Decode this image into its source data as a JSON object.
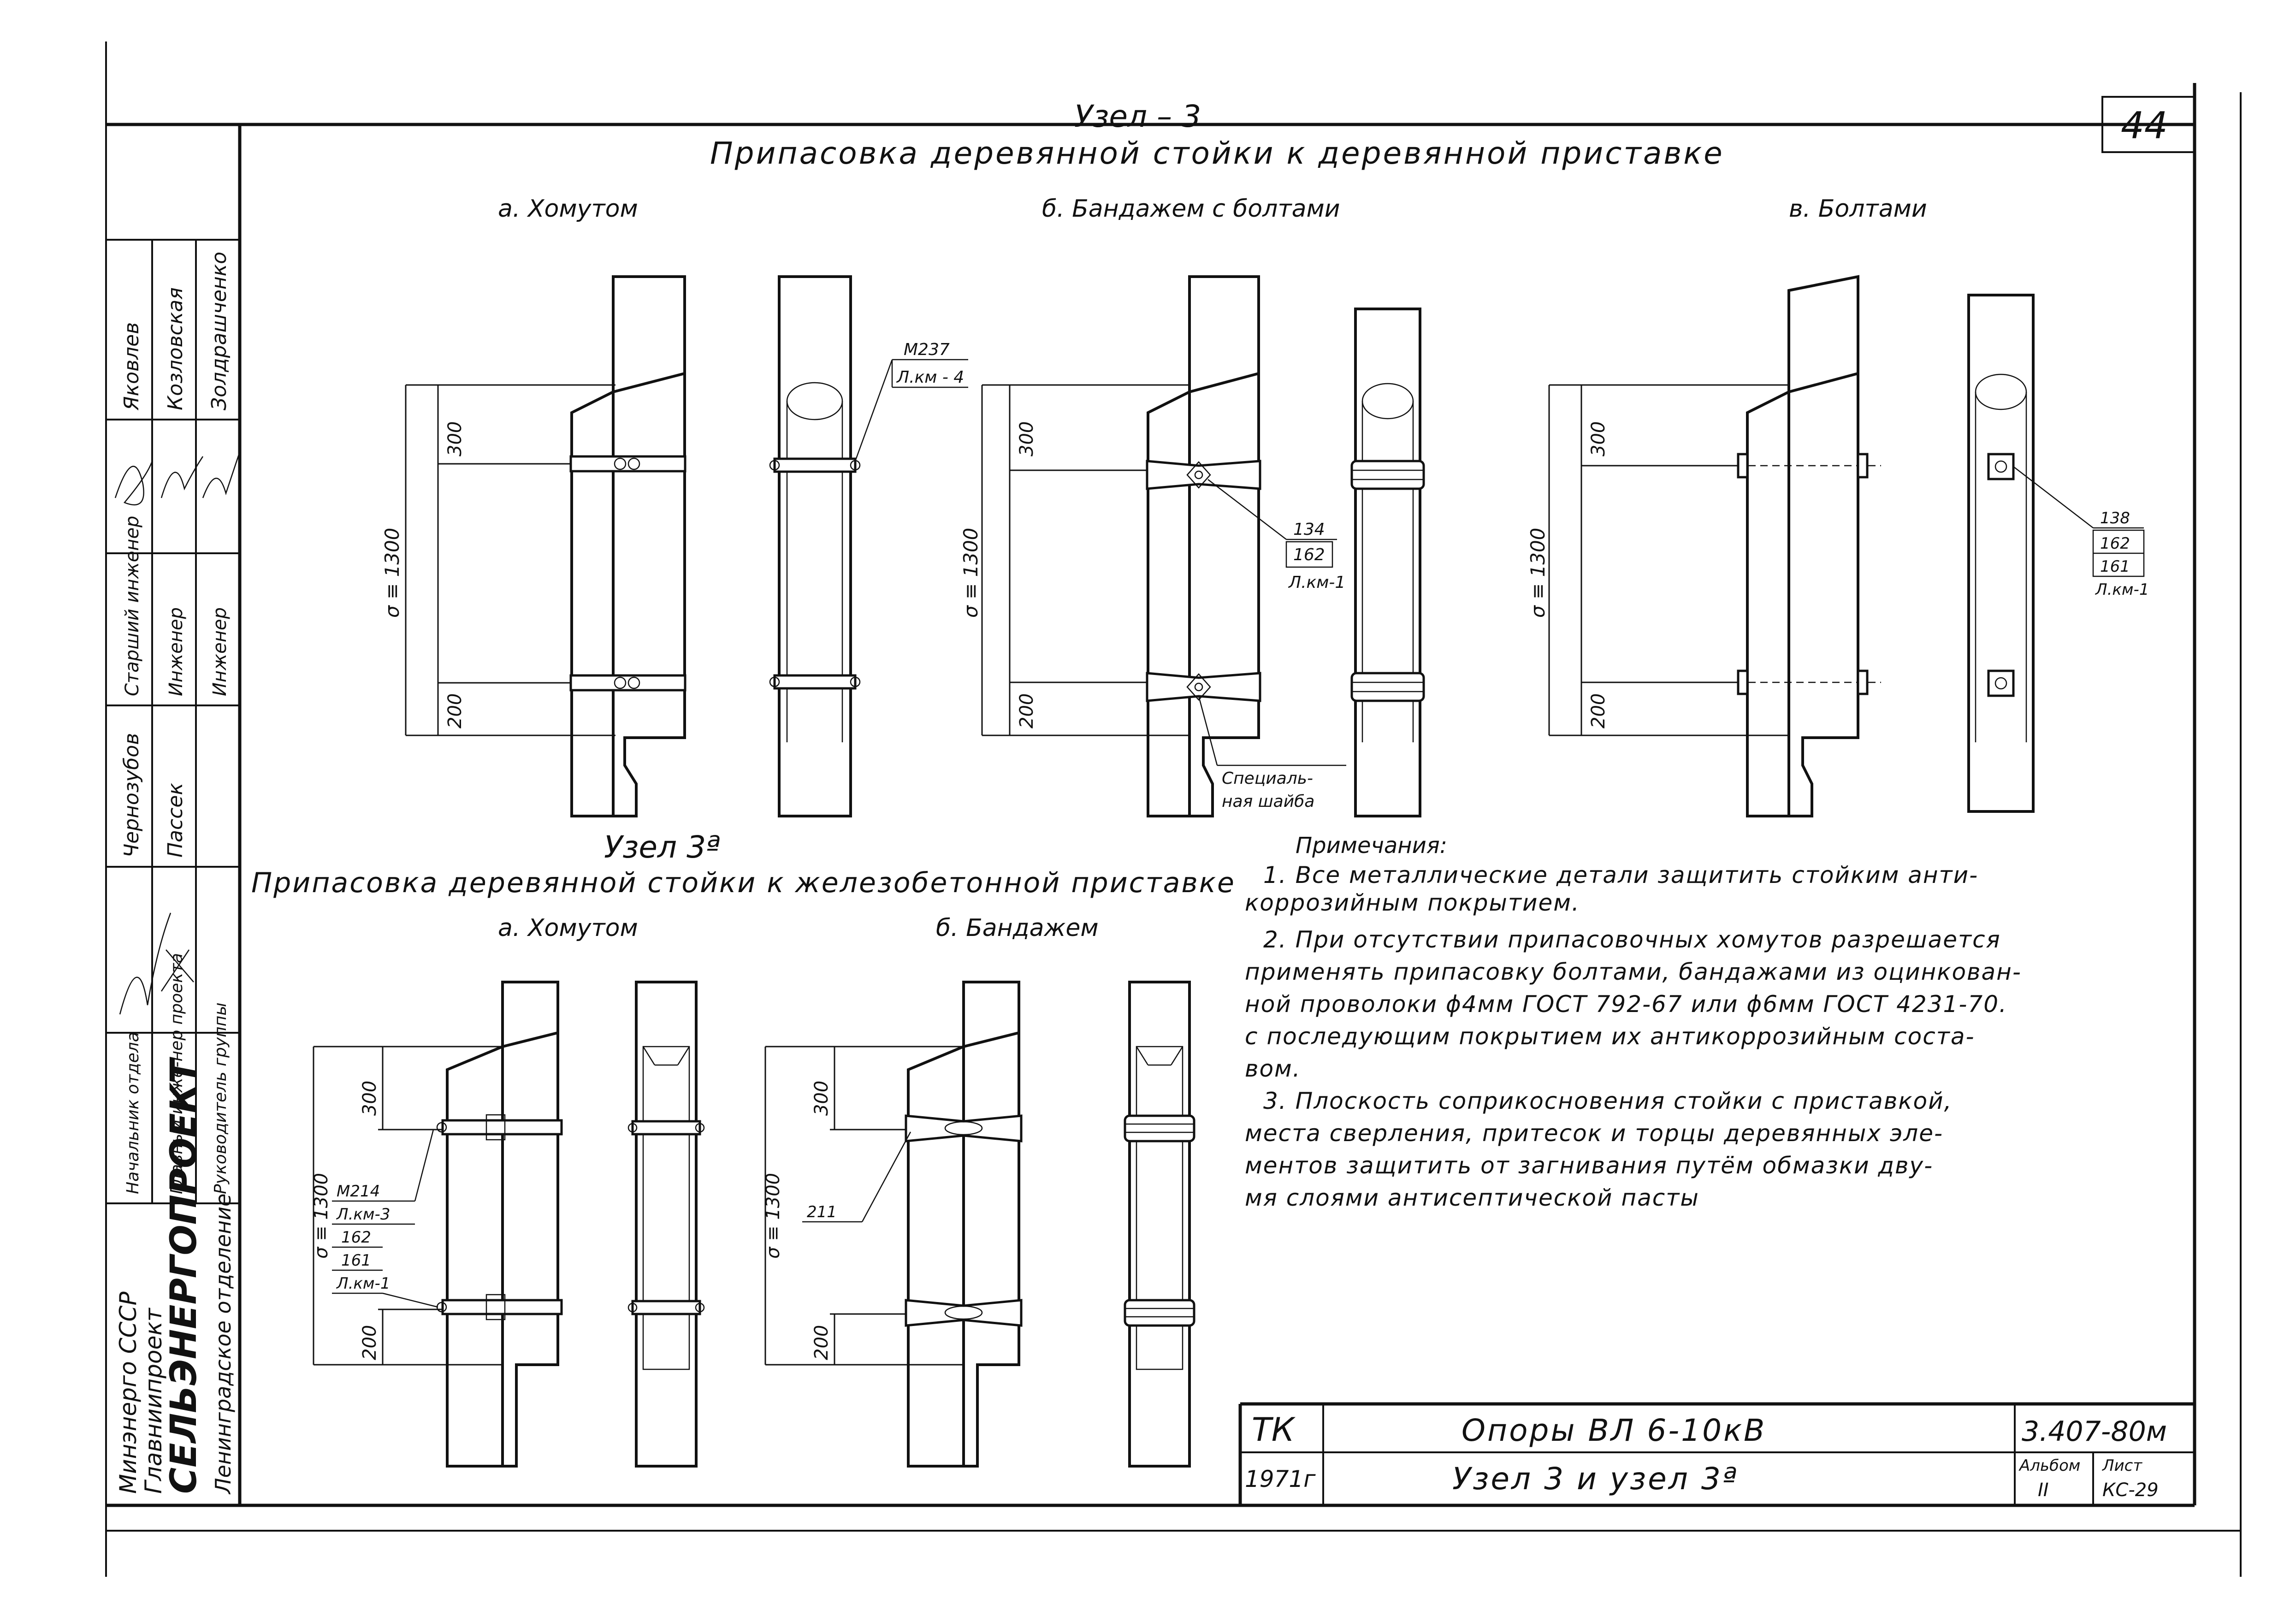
{
  "sheet_number": "44",
  "uzel3": {
    "title": "Узел – 3",
    "subtitle": "Припасовка деревянной стойки к деревянной приставке",
    "variant_a": "а. Хомутом",
    "variant_b": "б. Бандажем с болтами",
    "variant_v": "в. Болтами",
    "callout_a": [
      "М237",
      "Л.км - 4"
    ],
    "callout_b": [
      "134",
      "162",
      "Л.км-1"
    ],
    "callout_v": [
      "138",
      "162",
      "161",
      "Л.км-1"
    ],
    "washer_note": [
      "Специаль-",
      "ная шайба"
    ]
  },
  "uzel3a": {
    "title": "Узел 3ª",
    "subtitle": "Припасовка деревянной стойки к железобетонной приставке",
    "variant_a": "а. Хомутом",
    "variant_b": "б. Бандажем",
    "callout_a": [
      "М214",
      "Л.км-3",
      "162",
      "161",
      "Л.км-1"
    ],
    "callout_b": [
      "211"
    ]
  },
  "dimensions": {
    "overlap": "σ ≡ 1300",
    "top": "300",
    "bottom": "200"
  },
  "notes": {
    "heading": "Примечания:",
    "lines": [
      "1. Все металлические детали защитить стойким анти-",
      "коррозийным покрытием.",
      "2. При отсутствии припасовочных хомутов разрешается",
      "применять припасовку болтами, бандажами из оцинкован-",
      "ной проволоки ϕ4мм ГОСТ 792-67 или ϕ6мм ГОСТ 4231-70.",
      "с последующим покрытием их антикоррозийным соста-",
      "вом.",
      "3. Плоскость соприкосновения стойки с приставкой,",
      "места сверления, притесок и торцы деревянных эле-",
      "ментов защитить от загнивания путём обмазки дву-",
      "мя слоями антисептической пасты"
    ]
  },
  "side_stamp": {
    "organization": [
      "Минэнерго СССР",
      "Главниипроект",
      "СЕЛЬЭНЕРГОПРОЕКТ",
      "Ленинградское отделение"
    ],
    "roles": [
      "Начальник отдела",
      "Главный инже-нер проекта",
      "Руководитель группы"
    ],
    "positions": [
      "Старший инженер",
      "Инженер",
      "Инженер"
    ],
    "names": [
      "Яковлев",
      "Козловская",
      "Золдрашченко"
    ],
    "names2": [
      "Чернозубов",
      "Пассек"
    ]
  },
  "title_block": {
    "tk": "ТК",
    "year": "1971г",
    "title1": "Опоры ВЛ 6-10кВ",
    "title2": "Узел 3 и узел 3ª",
    "code": "3.407-80м",
    "album_label": "Альбом",
    "album_value": "II",
    "sheet_label": "Лист",
    "sheet_value": "КС-29"
  }
}
